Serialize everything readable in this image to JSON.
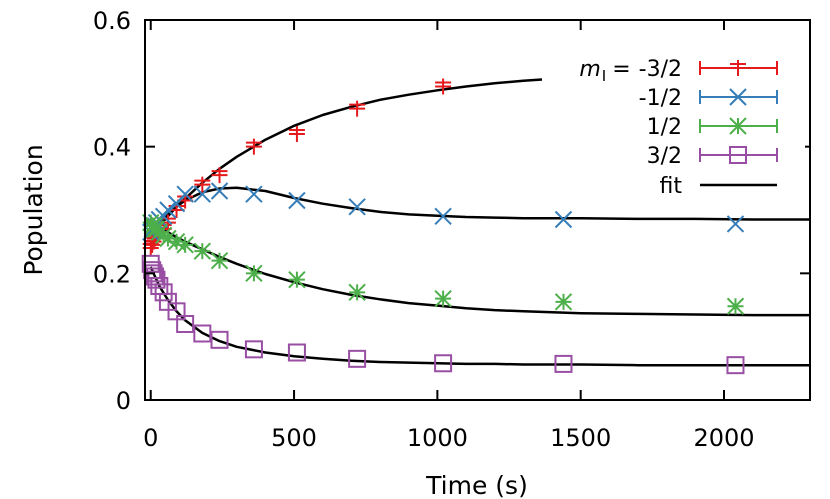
{
  "chart_data": {
    "type": "scatter",
    "xlabel": "Time (s)",
    "ylabel": "Population",
    "xlim": [
      -20,
      2300
    ],
    "ylim": [
      0,
      0.6
    ],
    "xticks": [
      0,
      500,
      1000,
      1500,
      2000
    ],
    "yticks": [
      0,
      0.2,
      0.4,
      0.6
    ],
    "ytick_labels": [
      "0",
      "0.2",
      "0.4",
      "0.6"
    ],
    "grid": false,
    "legend_position": "top-right",
    "legend_prefix_symbol": "m",
    "legend_prefix_subscript": "I",
    "legend_prefix_equals": "=",
    "series": [
      {
        "name": "-3/2",
        "color": "#e41a1c",
        "marker": "plus",
        "x": [
          0,
          5,
          10,
          15,
          20,
          30,
          45,
          60,
          90,
          120,
          180,
          240,
          360,
          510,
          720,
          1020
        ],
        "y": [
          0.24,
          0.245,
          0.25,
          0.255,
          0.26,
          0.265,
          0.27,
          0.28,
          0.3,
          0.315,
          0.34,
          0.355,
          0.4,
          0.42,
          0.46,
          0.495
        ]
      },
      {
        "name": "-1/2",
        "color": "#377eb8",
        "marker": "cross",
        "x": [
          0,
          5,
          10,
          15,
          20,
          30,
          45,
          60,
          90,
          120,
          180,
          240,
          360,
          510,
          720,
          1020,
          1440,
          2040
        ],
        "y": [
          0.265,
          0.27,
          0.27,
          0.275,
          0.28,
          0.285,
          0.29,
          0.3,
          0.31,
          0.325,
          0.325,
          0.33,
          0.325,
          0.315,
          0.305,
          0.29,
          0.285,
          0.278
        ]
      },
      {
        "name": "1/2",
        "color": "#4daf4a",
        "marker": "star",
        "x": [
          0,
          5,
          10,
          15,
          20,
          30,
          45,
          60,
          90,
          120,
          180,
          240,
          360,
          510,
          720,
          1020,
          1440,
          2040
        ],
        "y": [
          0.28,
          0.275,
          0.275,
          0.27,
          0.27,
          0.265,
          0.26,
          0.255,
          0.25,
          0.245,
          0.235,
          0.22,
          0.2,
          0.19,
          0.17,
          0.16,
          0.155,
          0.148
        ]
      },
      {
        "name": "3/2",
        "color": "#984ea3",
        "marker": "square",
        "x": [
          0,
          5,
          10,
          15,
          20,
          30,
          45,
          60,
          90,
          120,
          180,
          240,
          360,
          510,
          720,
          1020,
          1440,
          2040
        ],
        "y": [
          0.215,
          0.205,
          0.2,
          0.195,
          0.19,
          0.18,
          0.17,
          0.155,
          0.14,
          0.12,
          0.105,
          0.095,
          0.08,
          0.075,
          0.065,
          0.058,
          0.057,
          0.055
        ]
      },
      {
        "name": "fit",
        "color": "#000000",
        "marker": "line",
        "x": [
          0,
          30,
          60,
          90,
          120,
          180,
          240,
          300,
          400,
          500,
          600,
          700,
          800,
          900,
          1000,
          1100,
          1200,
          1300,
          1365
        ],
        "y": [
          0.26,
          0.275,
          0.29,
          0.305,
          0.318,
          0.343,
          0.365,
          0.384,
          0.411,
          0.433,
          0.45,
          0.463,
          0.474,
          0.482,
          0.489,
          0.495,
          0.5,
          0.504,
          0.506
        ],
        "y_c1": [
          0.26,
          0.278,
          0.293,
          0.305,
          0.315,
          0.328,
          0.334,
          0.335,
          0.33,
          0.319,
          0.31,
          0.303,
          0.297,
          0.293,
          0.291,
          0.289,
          0.288,
          0.287,
          0.287,
          0.286,
          0.286,
          0.285,
          0.285
        ],
        "x_c1": [
          0,
          30,
          60,
          90,
          120,
          180,
          240,
          300,
          400,
          500,
          600,
          700,
          800,
          900,
          1000,
          1100,
          1200,
          1300,
          1500,
          1700,
          1900,
          2100,
          2300
        ],
        "y_c2": [
          0.28,
          0.272,
          0.265,
          0.257,
          0.25,
          0.238,
          0.226,
          0.215,
          0.199,
          0.186,
          0.175,
          0.166,
          0.159,
          0.153,
          0.149,
          0.145,
          0.142,
          0.14,
          0.137,
          0.136,
          0.135,
          0.134,
          0.134
        ],
        "x_c2": [
          0,
          30,
          60,
          90,
          120,
          180,
          240,
          300,
          400,
          500,
          600,
          700,
          800,
          900,
          1000,
          1100,
          1200,
          1300,
          1500,
          1700,
          1900,
          2100,
          2300
        ],
        "y_c3": [
          0.21,
          0.18,
          0.158,
          0.14,
          0.126,
          0.106,
          0.093,
          0.084,
          0.075,
          0.069,
          0.065,
          0.062,
          0.06,
          0.059,
          0.058,
          0.057,
          0.057,
          0.056,
          0.056,
          0.055,
          0.055,
          0.055,
          0.055
        ],
        "x_c3": [
          0,
          30,
          60,
          90,
          120,
          180,
          240,
          300,
          400,
          500,
          600,
          700,
          800,
          900,
          1000,
          1100,
          1200,
          1300,
          1500,
          1700,
          1900,
          2100,
          2300
        ]
      }
    ]
  }
}
